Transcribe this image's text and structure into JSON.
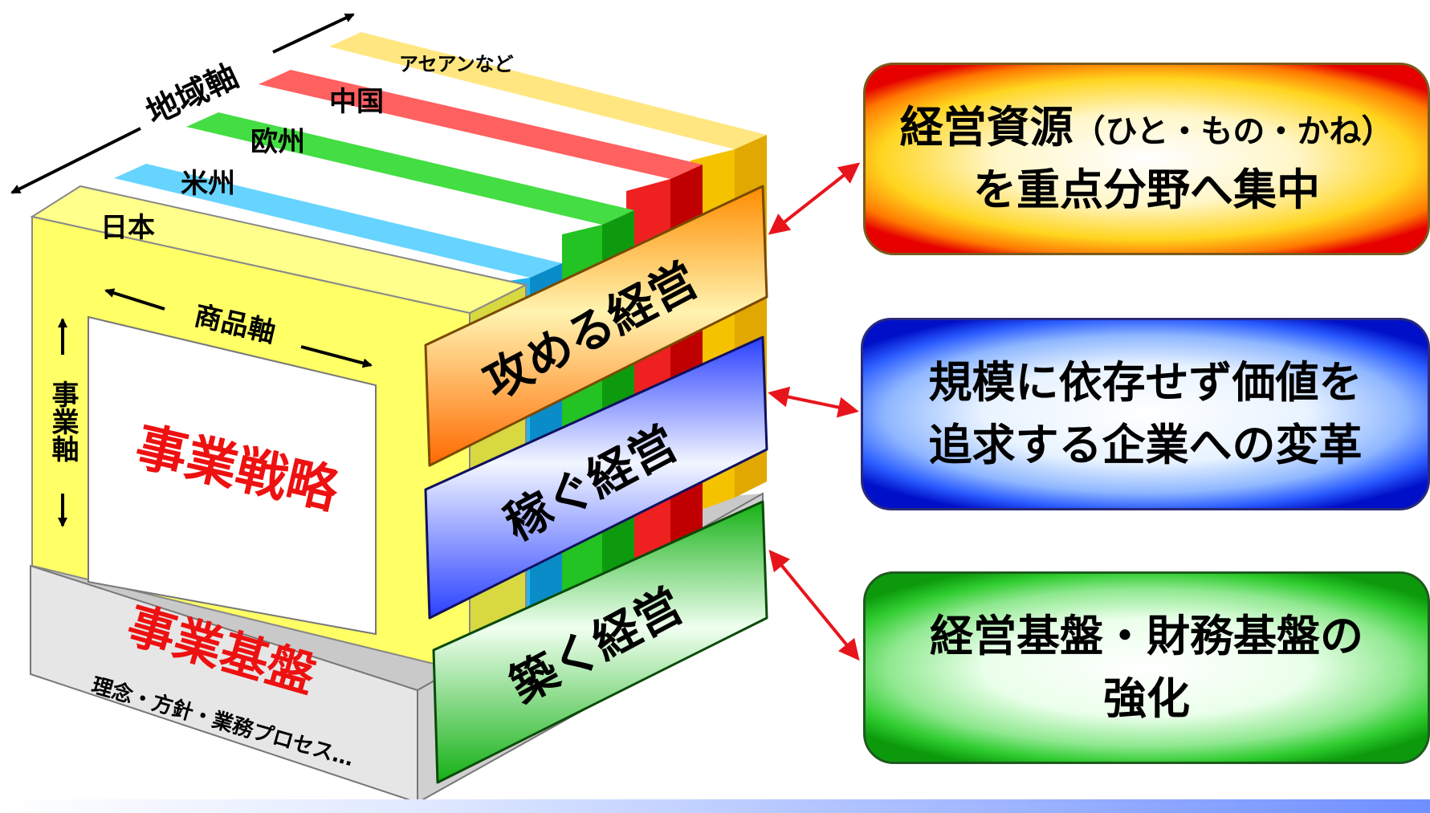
{
  "diagram": {
    "axes": {
      "region_axis": "地域軸",
      "product_axis": "商品軸",
      "business_axis": "事業軸"
    },
    "regions": [
      {
        "label": "アセアンなど",
        "color": "#f5c200"
      },
      {
        "label": "中国",
        "color": "#ef2020"
      },
      {
        "label": "欧州",
        "color": "#22c322"
      },
      {
        "label": "米州",
        "color": "#22b4f0"
      },
      {
        "label": "日本",
        "color": "#ffff66"
      }
    ],
    "front_label": "事業戦略",
    "base": {
      "title": "事業基盤",
      "subtitle": "理念・方針・業務プロセス…"
    },
    "bands": [
      {
        "label": "攻める経営",
        "color": "#ffb000"
      },
      {
        "label": "稼ぐ経営",
        "color": "#2a5cff"
      },
      {
        "label": "築く経営",
        "color": "#2fcc2f"
      }
    ]
  },
  "boxes": {
    "top": {
      "line1_main": "経営資源",
      "line1_paren": "（ひと・もの・かね）",
      "line2": "を重点分野へ集中"
    },
    "mid": {
      "line1": "規模に依存せず価値を",
      "line2": "追求する企業への変革"
    },
    "bot": {
      "line1": "経営基盤・財務基盤の",
      "line2": "強化"
    }
  }
}
